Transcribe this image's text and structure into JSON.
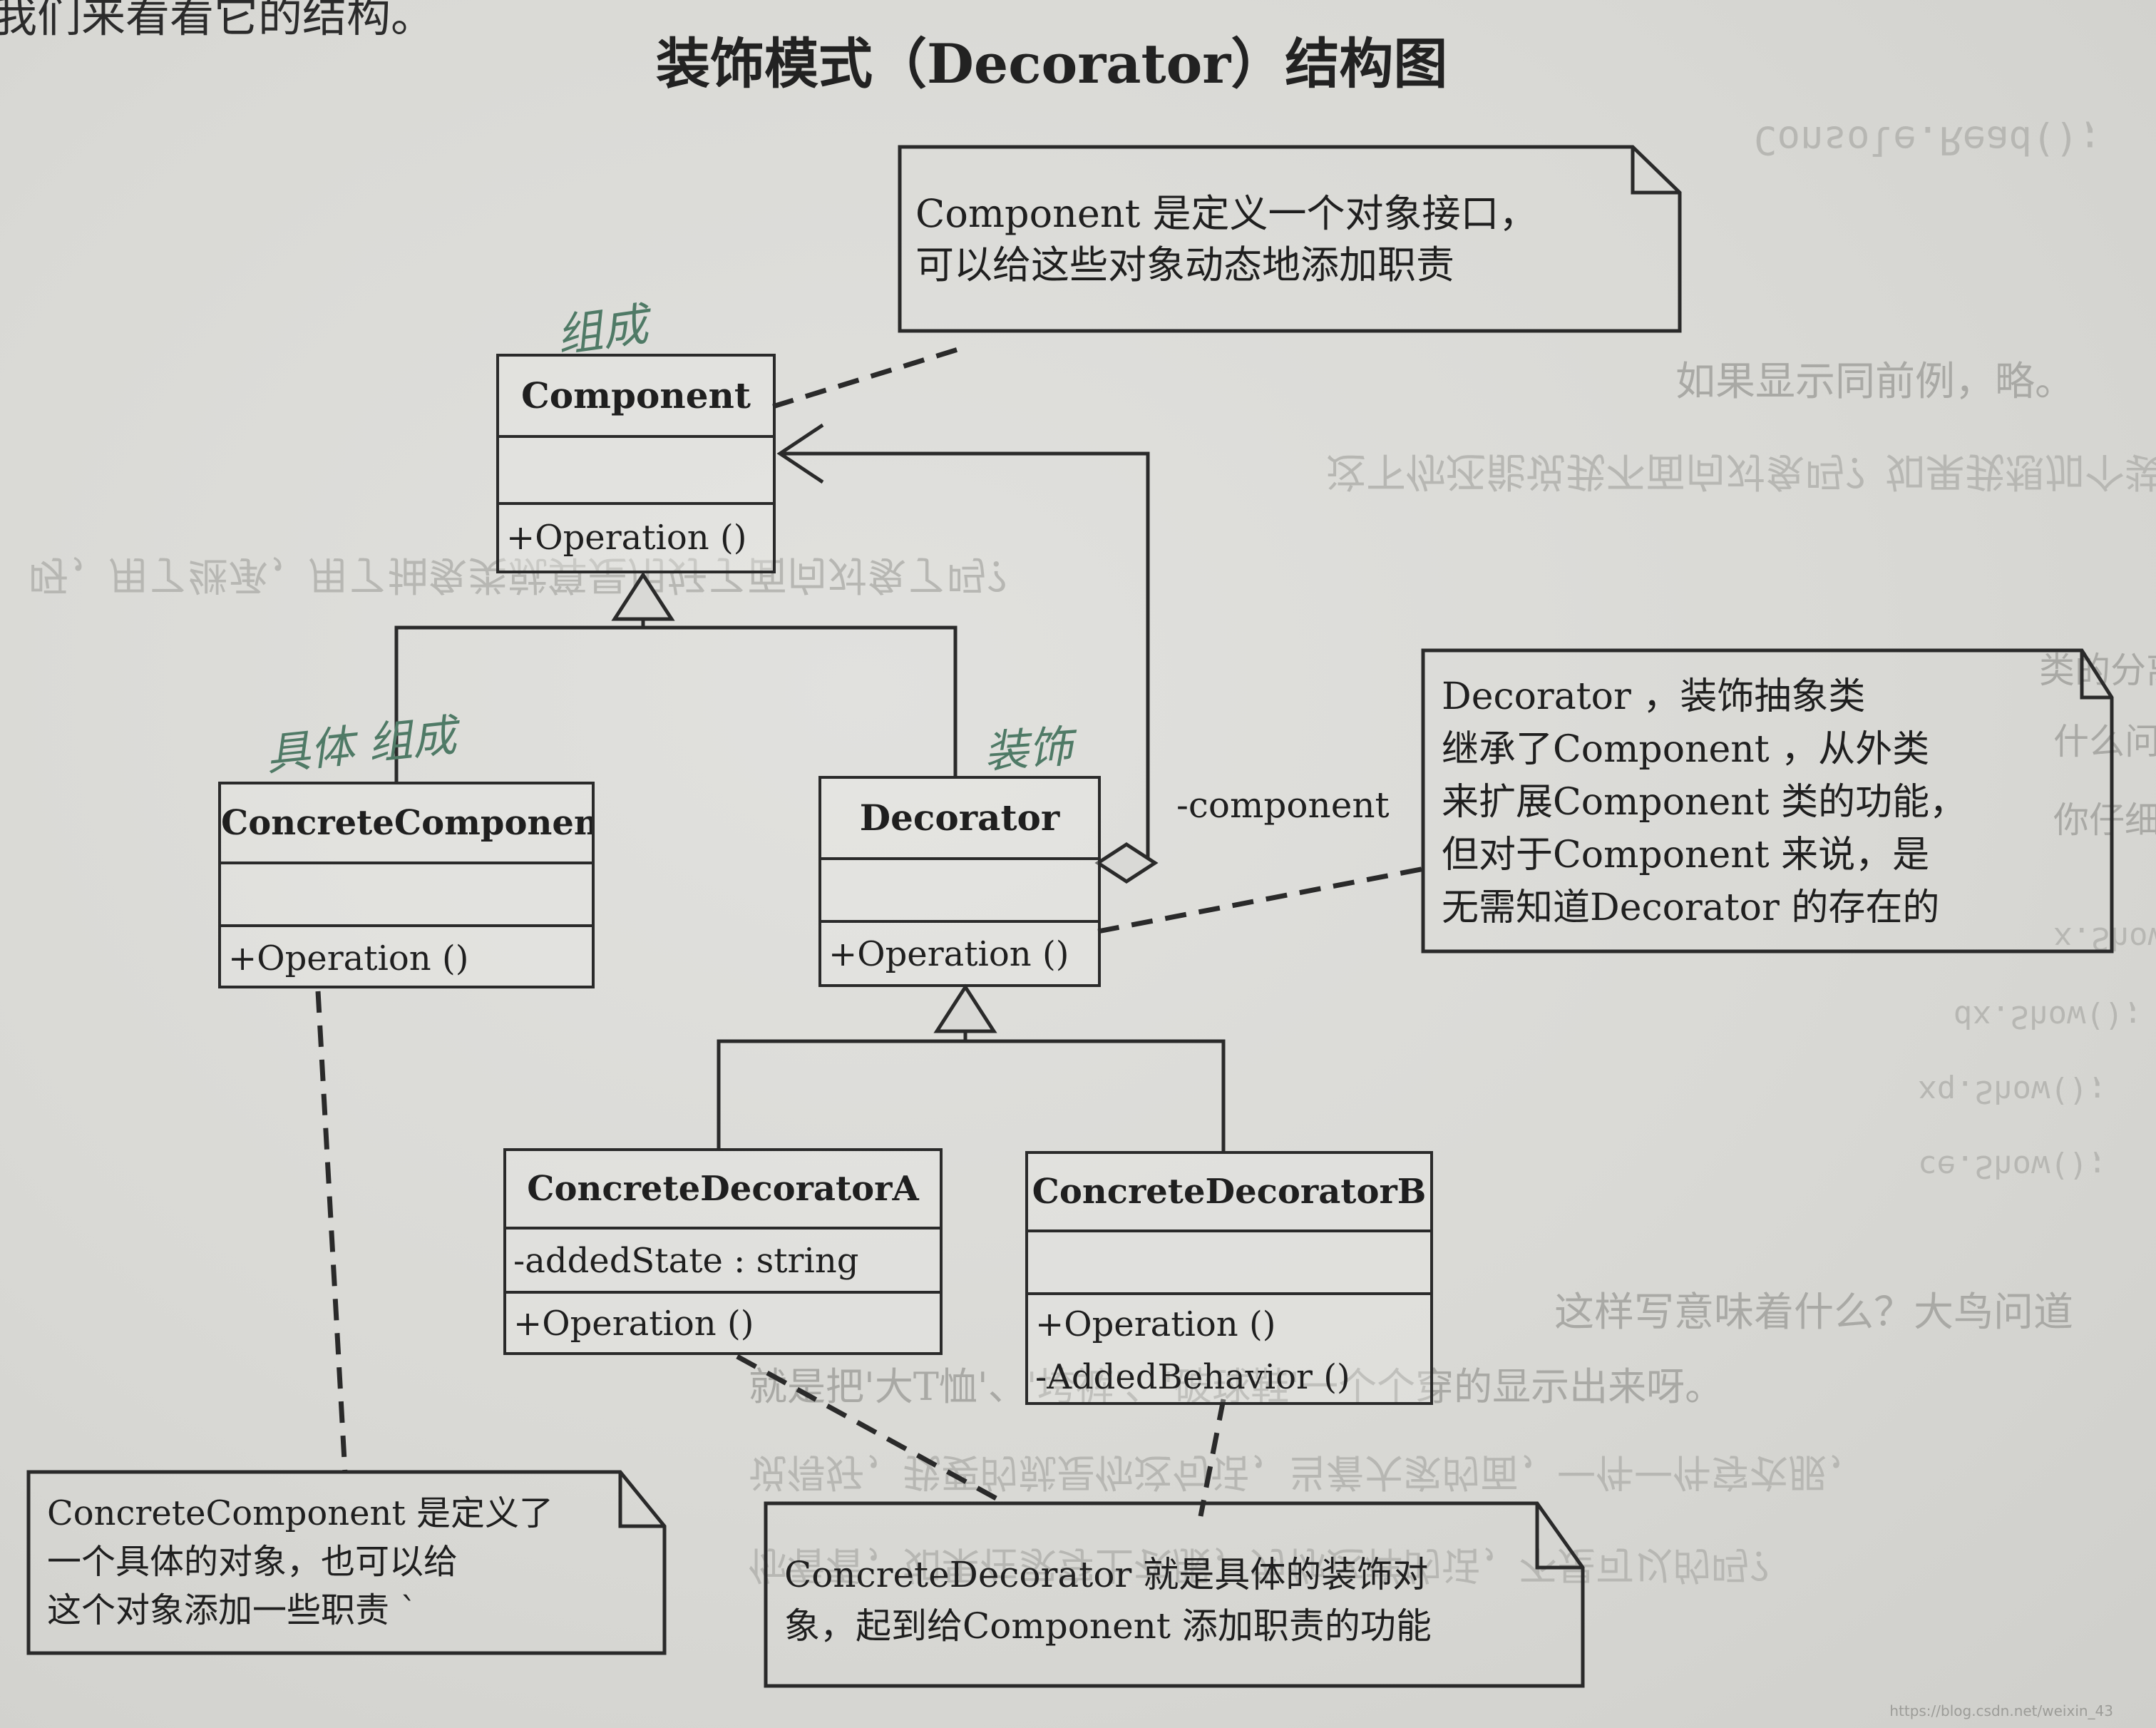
{
  "page": {
    "top_fragment": "我们来看看它的结构。",
    "title": "装饰模式（Decorator）结构图",
    "watermark": "https://blog.csdn.net/weixin_43"
  },
  "classes": {
    "component": {
      "name": "Component",
      "attributes": [],
      "operations": [
        "+Operation ()"
      ]
    },
    "concrete_component": {
      "name": "ConcreteComponent",
      "attributes": [],
      "operations": [
        "+Operation ()"
      ]
    },
    "decorator": {
      "name": "Decorator",
      "attributes": [],
      "operations": [
        "+Operation ()"
      ]
    },
    "concrete_decorator_a": {
      "name": "ConcreteDecoratorA",
      "attributes": [
        "-addedState  :  string"
      ],
      "operations": [
        "+Operation ()"
      ]
    },
    "concrete_decorator_b": {
      "name": "ConcreteDecoratorB",
      "attributes": [],
      "operations": [
        "+Operation ()",
        "-AddedBehavior  ()"
      ]
    }
  },
  "association_role": "-component",
  "notes": {
    "component_note": [
      "Component 是定义一个对象接口，",
      "可以给这些对象动态地添加职责"
    ],
    "decorator_note": [
      "Decorator ，装饰抽象类",
      "继承了Component ，从外类",
      "来扩展Component 类的功能，",
      "但对于Component 来说，是",
      "无需知道Decorator 的存在的"
    ],
    "concrete_component_note": [
      "ConcreteComponent 是定义了",
      "一个具体的对象，也可以给",
      "这个对象添加一些职责 `"
    ],
    "concrete_decorator_note": [
      "ConcreteDecorator 就是具体的装饰对",
      "象，起到给Component 添加职责的功能"
    ]
  },
  "handwriting": {
    "component": "组成",
    "concrete_component": "具体 组成",
    "decorator": "装饰"
  },
  "background_text": {
    "console_read": "Console.Read();",
    "line_1": "如果显示同前例，略。",
    "line_2": "这下你还能说我不面向对象吗？如果我想加个装扮可以了",
    "line_3": "呀，用了继承，用了抽象类就算是用好了面向对象了吗？",
    "line_4": "类的分离，但其他问题还有点的。",
    "line_5": "什么问题？",
    "line_6": "你仔细看看",
    "code_1": "x.Show();",
    "code_2": "dx.Show();",
    "code_3": "xq.Show();",
    "code_4": "ce.Show();",
    "line_7": "这样写意味着什么？大鸟问道",
    "line_8": "就是把'大T恤'、'垮裤'、'破球鞋'一个个穿的显示出来呀。",
    "line_9": "说得好，我要的就是你这句话，当着大家的面，一件一件穿衣服，",
    "line_10": "你看看，如果在家穿上衣服，为你这样的话，不是可以的吗？"
  }
}
